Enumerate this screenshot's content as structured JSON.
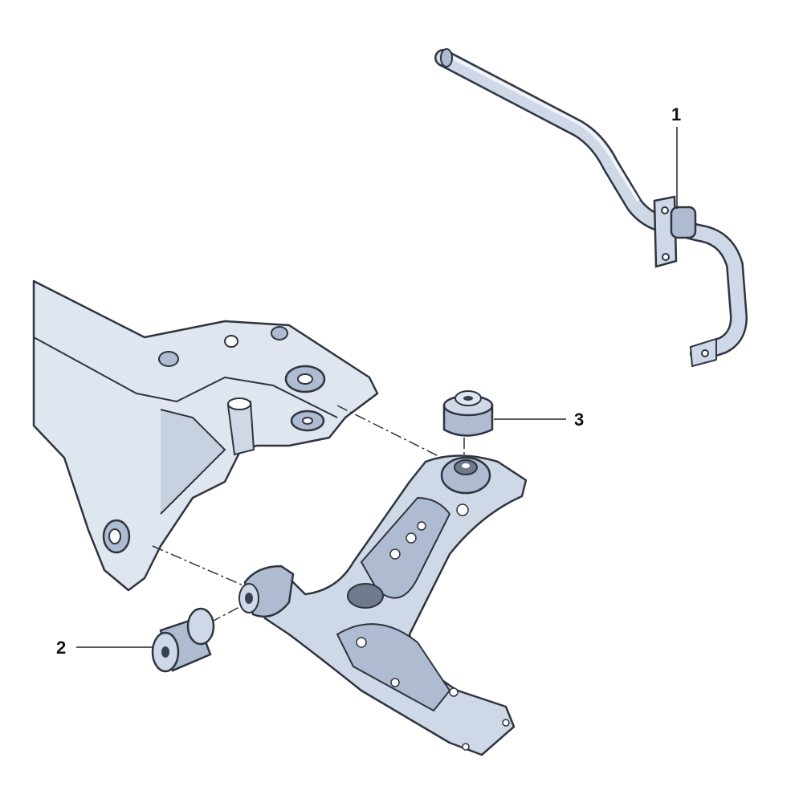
{
  "diagram": {
    "callouts": [
      {
        "number": "1",
        "part": "stabilizer-bar-bushing"
      },
      {
        "number": "2",
        "part": "control-arm-front-bushing"
      },
      {
        "number": "3",
        "part": "control-arm-rear-bushing"
      }
    ],
    "colors": {
      "part_fill": "#cfd8e6",
      "part_shade": "#aebbd0",
      "outline": "#2f3440",
      "leader": "#222222"
    }
  }
}
